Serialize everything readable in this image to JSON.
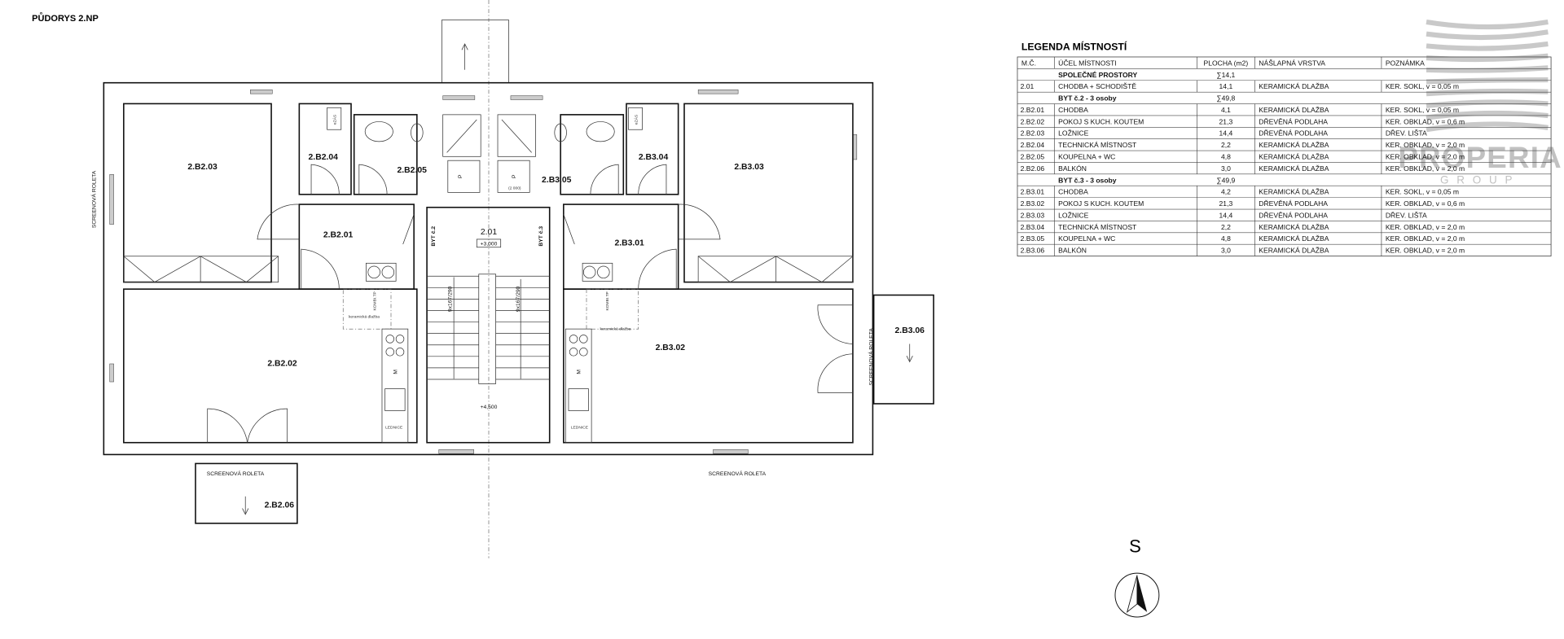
{
  "title": "PŮDORYS 2.NP",
  "plan": {
    "rooms": {
      "b203": "2.B2.03",
      "b204": "2.B2.04",
      "b205": "2.B2.05",
      "b201": "2.B2.01",
      "b202": "2.B2.02",
      "b206": "2.B2.06",
      "s201": "2.01",
      "b305": "2.B3.05",
      "b304": "2.B3.04",
      "b303": "2.B3.03",
      "b301": "2.B3.01",
      "b302": "2.B3.02",
      "b306": "2.B3.06"
    },
    "level_stair": "+3,000",
    "level_landing": "+4,500",
    "byt2": "BYT č.2",
    "byt3": "BYT č.3",
    "stair_spec": "9x167/290",
    "screen_roller": "SCREENOVÁ ROLETA",
    "floor_note": "keramická dlažba",
    "fridge": "LEDNICE",
    "microwave": "M",
    "p_label": "P",
    "p_dim": "(2 000)",
    "ezas": "eZÁS",
    "boiler": "KOMBI.TP"
  },
  "north": "S",
  "logo": {
    "name": "PROPERIA",
    "sub": "GROUP"
  },
  "legend": {
    "title": "LEGENDA MÍSTNOSTÍ",
    "headers": [
      "M.Č.",
      "ÚČEL MÍSTNOSTI",
      "PLOCHA (m2)",
      "NÁŠLAPNÁ VRSTVA",
      "POZNÁMKA"
    ],
    "rows": [
      {
        "group": true,
        "name": "SPOLEČNÉ PROSTORY",
        "area": "∑14,1"
      },
      {
        "id": "2.01",
        "name": "CHODBA + SCHODIŠTĚ",
        "area": "14,1",
        "floor": "KERAMICKÁ DLAŽBA",
        "note": "KER. SOKL, v = 0,05 m"
      },
      {
        "group": true,
        "name": "BYT č.2 - 3 osoby",
        "area": "∑49,8"
      },
      {
        "id": "2.B2.01",
        "name": "CHODBA",
        "area": "4,1",
        "floor": "KERAMICKÁ DLAŽBA",
        "note": "KER. SOKL, v = 0,05 m"
      },
      {
        "id": "2.B2.02",
        "name": "POKOJ S KUCH. KOUTEM",
        "area": "21,3",
        "floor": "DŘEVĚNÁ PODLAHA",
        "note": "KER. OBKLAD, v = 0,6 m"
      },
      {
        "id": "2.B2.03",
        "name": "LOŽNICE",
        "area": "14,4",
        "floor": "DŘEVĚNÁ PODLAHA",
        "note": "DŘEV. LIŠTA"
      },
      {
        "id": "2.B2.04",
        "name": "TECHNICKÁ MÍSTNOST",
        "area": "2,2",
        "floor": "KERAMICKÁ DLAŽBA",
        "note": "KER. OBKLAD, v = 2,0 m"
      },
      {
        "id": "2.B2.05",
        "name": "KOUPELNA + WC",
        "area": "4,8",
        "floor": "KERAMICKÁ DLAŽBA",
        "note": "KER. OBKLAD, v = 2,0 m"
      },
      {
        "id": "2.B2.06",
        "name": "BALKÓN",
        "area": "3,0",
        "floor": "KERAMICKÁ DLAŽBA",
        "note": "KER. OBKLAD, v = 2,0 m"
      },
      {
        "group": true,
        "name": "BYT č.3 - 3 osoby",
        "area": "∑49,9"
      },
      {
        "id": "2.B3.01",
        "name": "CHODBA",
        "area": "4,2",
        "floor": "KERAMICKÁ DLAŽBA",
        "note": "KER. SOKL, v = 0,05 m"
      },
      {
        "id": "2.B3.02",
        "name": "POKOJ S KUCH. KOUTEM",
        "area": "21,3",
        "floor": "DŘEVĚNÁ PODLAHA",
        "note": "KER. OBKLAD, v = 0,6 m"
      },
      {
        "id": "2.B3.03",
        "name": "LOŽNICE",
        "area": "14,4",
        "floor": "DŘEVĚNÁ PODLAHA",
        "note": "DŘEV. LIŠTA"
      },
      {
        "id": "2.B3.04",
        "name": "TECHNICKÁ MÍSTNOST",
        "area": "2,2",
        "floor": "KERAMICKÁ DLAŽBA",
        "note": "KER. OBKLAD, v = 2,0 m"
      },
      {
        "id": "2.B3.05",
        "name": "KOUPELNA + WC",
        "area": "4,8",
        "floor": "KERAMICKÁ DLAŽBA",
        "note": "KER. OBKLAD, v = 2,0 m"
      },
      {
        "id": "2.B3.06",
        "name": "BALKÓN",
        "area": "3,0",
        "floor": "KERAMICKÁ DLAŽBA",
        "note": "KER. OBKLAD, v = 2,0 m"
      }
    ]
  }
}
